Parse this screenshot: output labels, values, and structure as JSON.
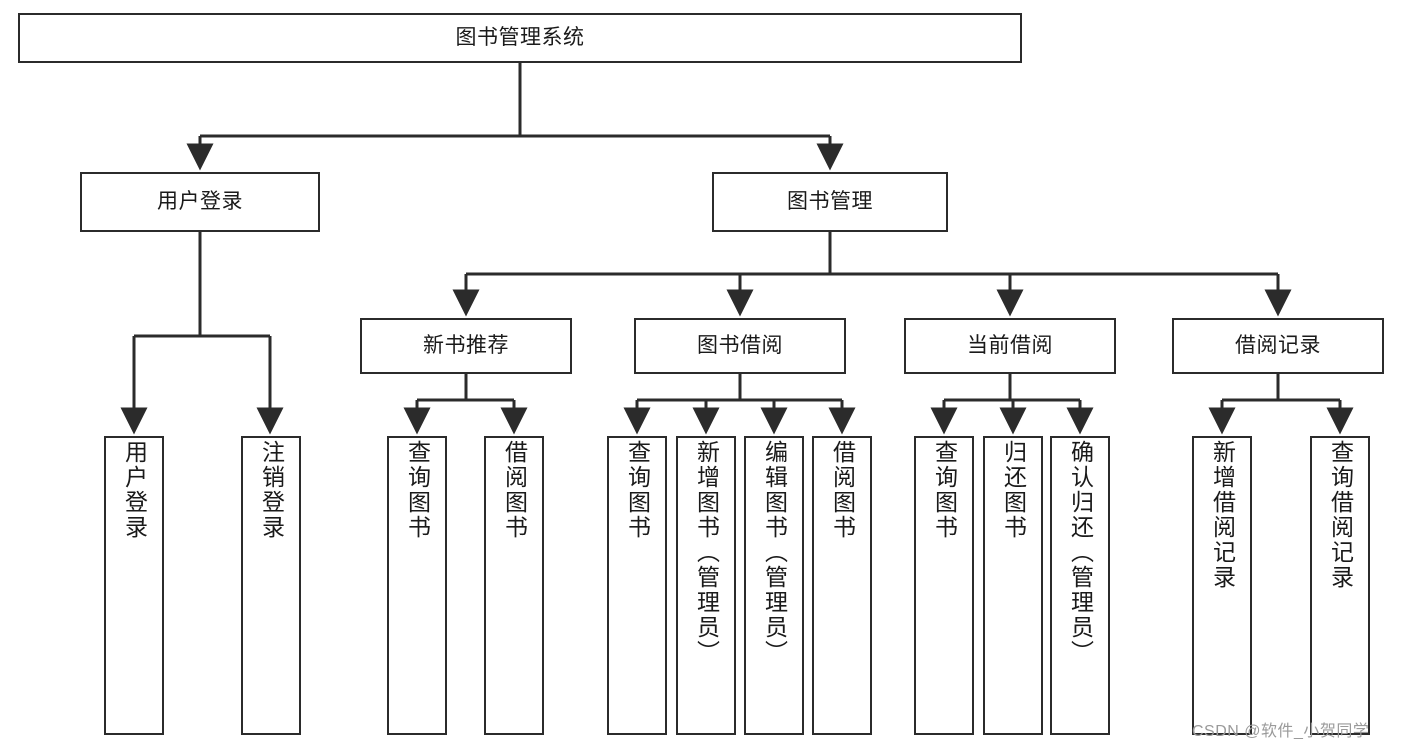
{
  "diagram": {
    "title_node": {
      "id": "root",
      "label": "图书管理系统"
    },
    "level1": [
      {
        "id": "user-login",
        "label": "用户登录"
      },
      {
        "id": "book-management",
        "label": "图书管理"
      }
    ],
    "level2": [
      {
        "id": "new-book-recommend",
        "label": "新书推荐"
      },
      {
        "id": "book-borrow",
        "label": "图书借阅"
      },
      {
        "id": "current-borrow",
        "label": "当前借阅"
      },
      {
        "id": "borrow-record",
        "label": "借阅记录"
      }
    ],
    "leaves": [
      {
        "id": "leaf-user-login",
        "label": "用户登录",
        "parent": "user-login"
      },
      {
        "id": "leaf-logout-login",
        "label": "注销登录",
        "parent": "user-login"
      },
      {
        "id": "leaf-query-book-1",
        "label": "查询图书",
        "parent": "new-book-recommend"
      },
      {
        "id": "leaf-borrow-book-1",
        "label": "借阅图书",
        "parent": "new-book-recommend"
      },
      {
        "id": "leaf-query-book-2",
        "label": "查询图书",
        "parent": "book-borrow"
      },
      {
        "id": "leaf-add-book-admin",
        "label": "新增图书（管理员）",
        "parent": "book-borrow"
      },
      {
        "id": "leaf-edit-book-admin",
        "label": "编辑图书（管理员）",
        "parent": "book-borrow"
      },
      {
        "id": "leaf-borrow-book-2",
        "label": "借阅图书",
        "parent": "book-borrow"
      },
      {
        "id": "leaf-query-book-3",
        "label": "查询图书",
        "parent": "current-borrow"
      },
      {
        "id": "leaf-return-book",
        "label": "归还图书",
        "parent": "current-borrow"
      },
      {
        "id": "leaf-confirm-return-admin",
        "label": "确认归还（管理员）",
        "parent": "current-borrow"
      },
      {
        "id": "leaf-add-borrow-record",
        "label": "新增借阅记录",
        "parent": "borrow-record"
      },
      {
        "id": "leaf-query-borrow-record",
        "label": "查询借阅记录",
        "parent": "borrow-record"
      }
    ],
    "colors": {
      "stroke": "#2b2b2b",
      "fill": "#ffffff",
      "text": "#1a1a1a",
      "watermark": "#9a9a9a"
    }
  },
  "watermark": {
    "text": "CSDN @软件_小贺同学"
  }
}
